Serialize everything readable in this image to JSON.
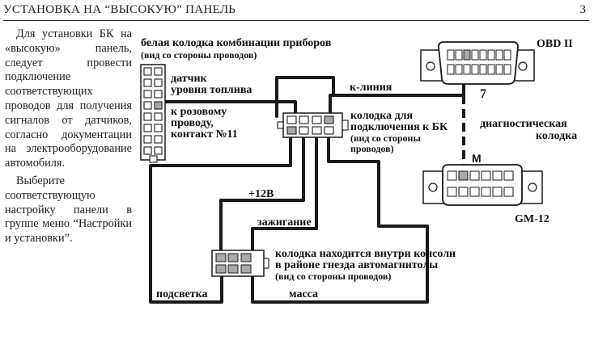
{
  "header": {
    "title": "УСТАНОВКА НА “ВЫСОКУЮ” ПАНЕЛЬ",
    "page_number": "3"
  },
  "instructions": {
    "paragraph1": "Для установки БК на «высокую» панель, следует провести подключение соответствующих проводов для получения сигналов от датчиков, согласно документации на электрооборудование автомобиля.",
    "paragraph2": "Выберите соответствующую настройку панели в группе меню “Настройки и установки”."
  },
  "diagram": {
    "instrument_connector_title": "белая колодка комбинации приборов",
    "instrument_connector_subtitle": "(вид со стороны проводов)",
    "fuel_sensor_line1": "датчик",
    "fuel_sensor_line2": "уровня топлива",
    "pink_wire_line1": "к розовому",
    "pink_wire_line2": "проводу,",
    "pink_wire_line3": "контакт №11",
    "k_line": "к-линия",
    "bk_connector_line1": "колодка для",
    "bk_connector_line2": "подключения к БК",
    "bk_connector_line3": "(вид со стороны",
    "bk_connector_line4": "проводов)",
    "obd_label": "OBD II",
    "pin7_label": "7",
    "diag_label_line1": "диагностическая",
    "diag_label_line2": "колодка",
    "pin_m_label": "M",
    "gm12_label": "GM-12",
    "plus12v_label": "+12В",
    "ignition_label": "зажигание",
    "console_line1": "колодка находится внутри консоли",
    "console_line2": "в районе гнезда автомагнитолы",
    "console_line3": "(вид со стороны проводов)",
    "backlight_label": "подсветка",
    "ground_label": "масса"
  },
  "colors": {
    "wire": "#1a1a1a",
    "connector_fill": "#ffffff",
    "pin_fill": "#a8a8a8",
    "text": "#111111"
  }
}
